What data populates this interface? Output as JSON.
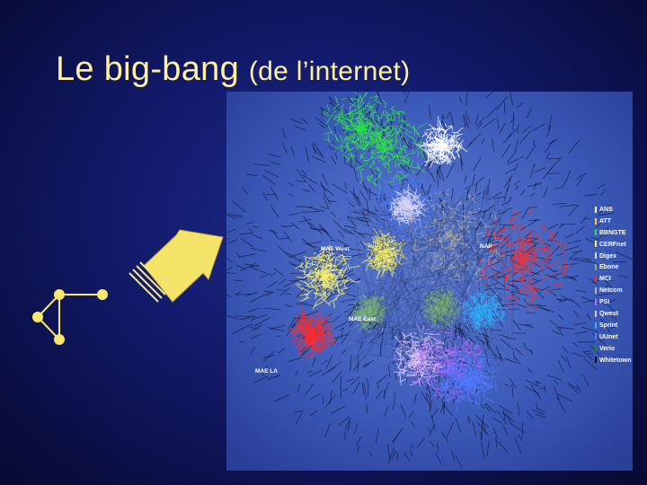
{
  "slide": {
    "title_main": "Le big-bang",
    "title_sub": "(de l’internet)"
  },
  "map": {
    "labels": [
      "MAE West",
      "NAP",
      "MAE East",
      "MAE LA"
    ],
    "legend": [
      {
        "name": "ANS",
        "color": "#ffffff"
      },
      {
        "name": "ATT",
        "color": "#ffd21a"
      },
      {
        "name": "BBNGTE",
        "color": "#2fe04a"
      },
      {
        "name": "CERFnet",
        "color": "#f7f06a"
      },
      {
        "name": "Digex",
        "color": "#d8d8ff"
      },
      {
        "name": "Ebone",
        "color": "#7ab07a"
      },
      {
        "name": "MCI",
        "color": "#ff2a2a"
      },
      {
        "name": "Netcom",
        "color": "#b0b0b0"
      },
      {
        "name": "PSI",
        "color": "#b46aff"
      },
      {
        "name": "Qwest",
        "color": "#e0c8ff"
      },
      {
        "name": "Sprint",
        "color": "#33b0ff"
      },
      {
        "name": "UUnet",
        "color": "#4a7aff"
      },
      {
        "name": "Verio",
        "color": "#1a8a4a"
      },
      {
        "name": "Whitetown",
        "color": "#111111"
      }
    ]
  }
}
